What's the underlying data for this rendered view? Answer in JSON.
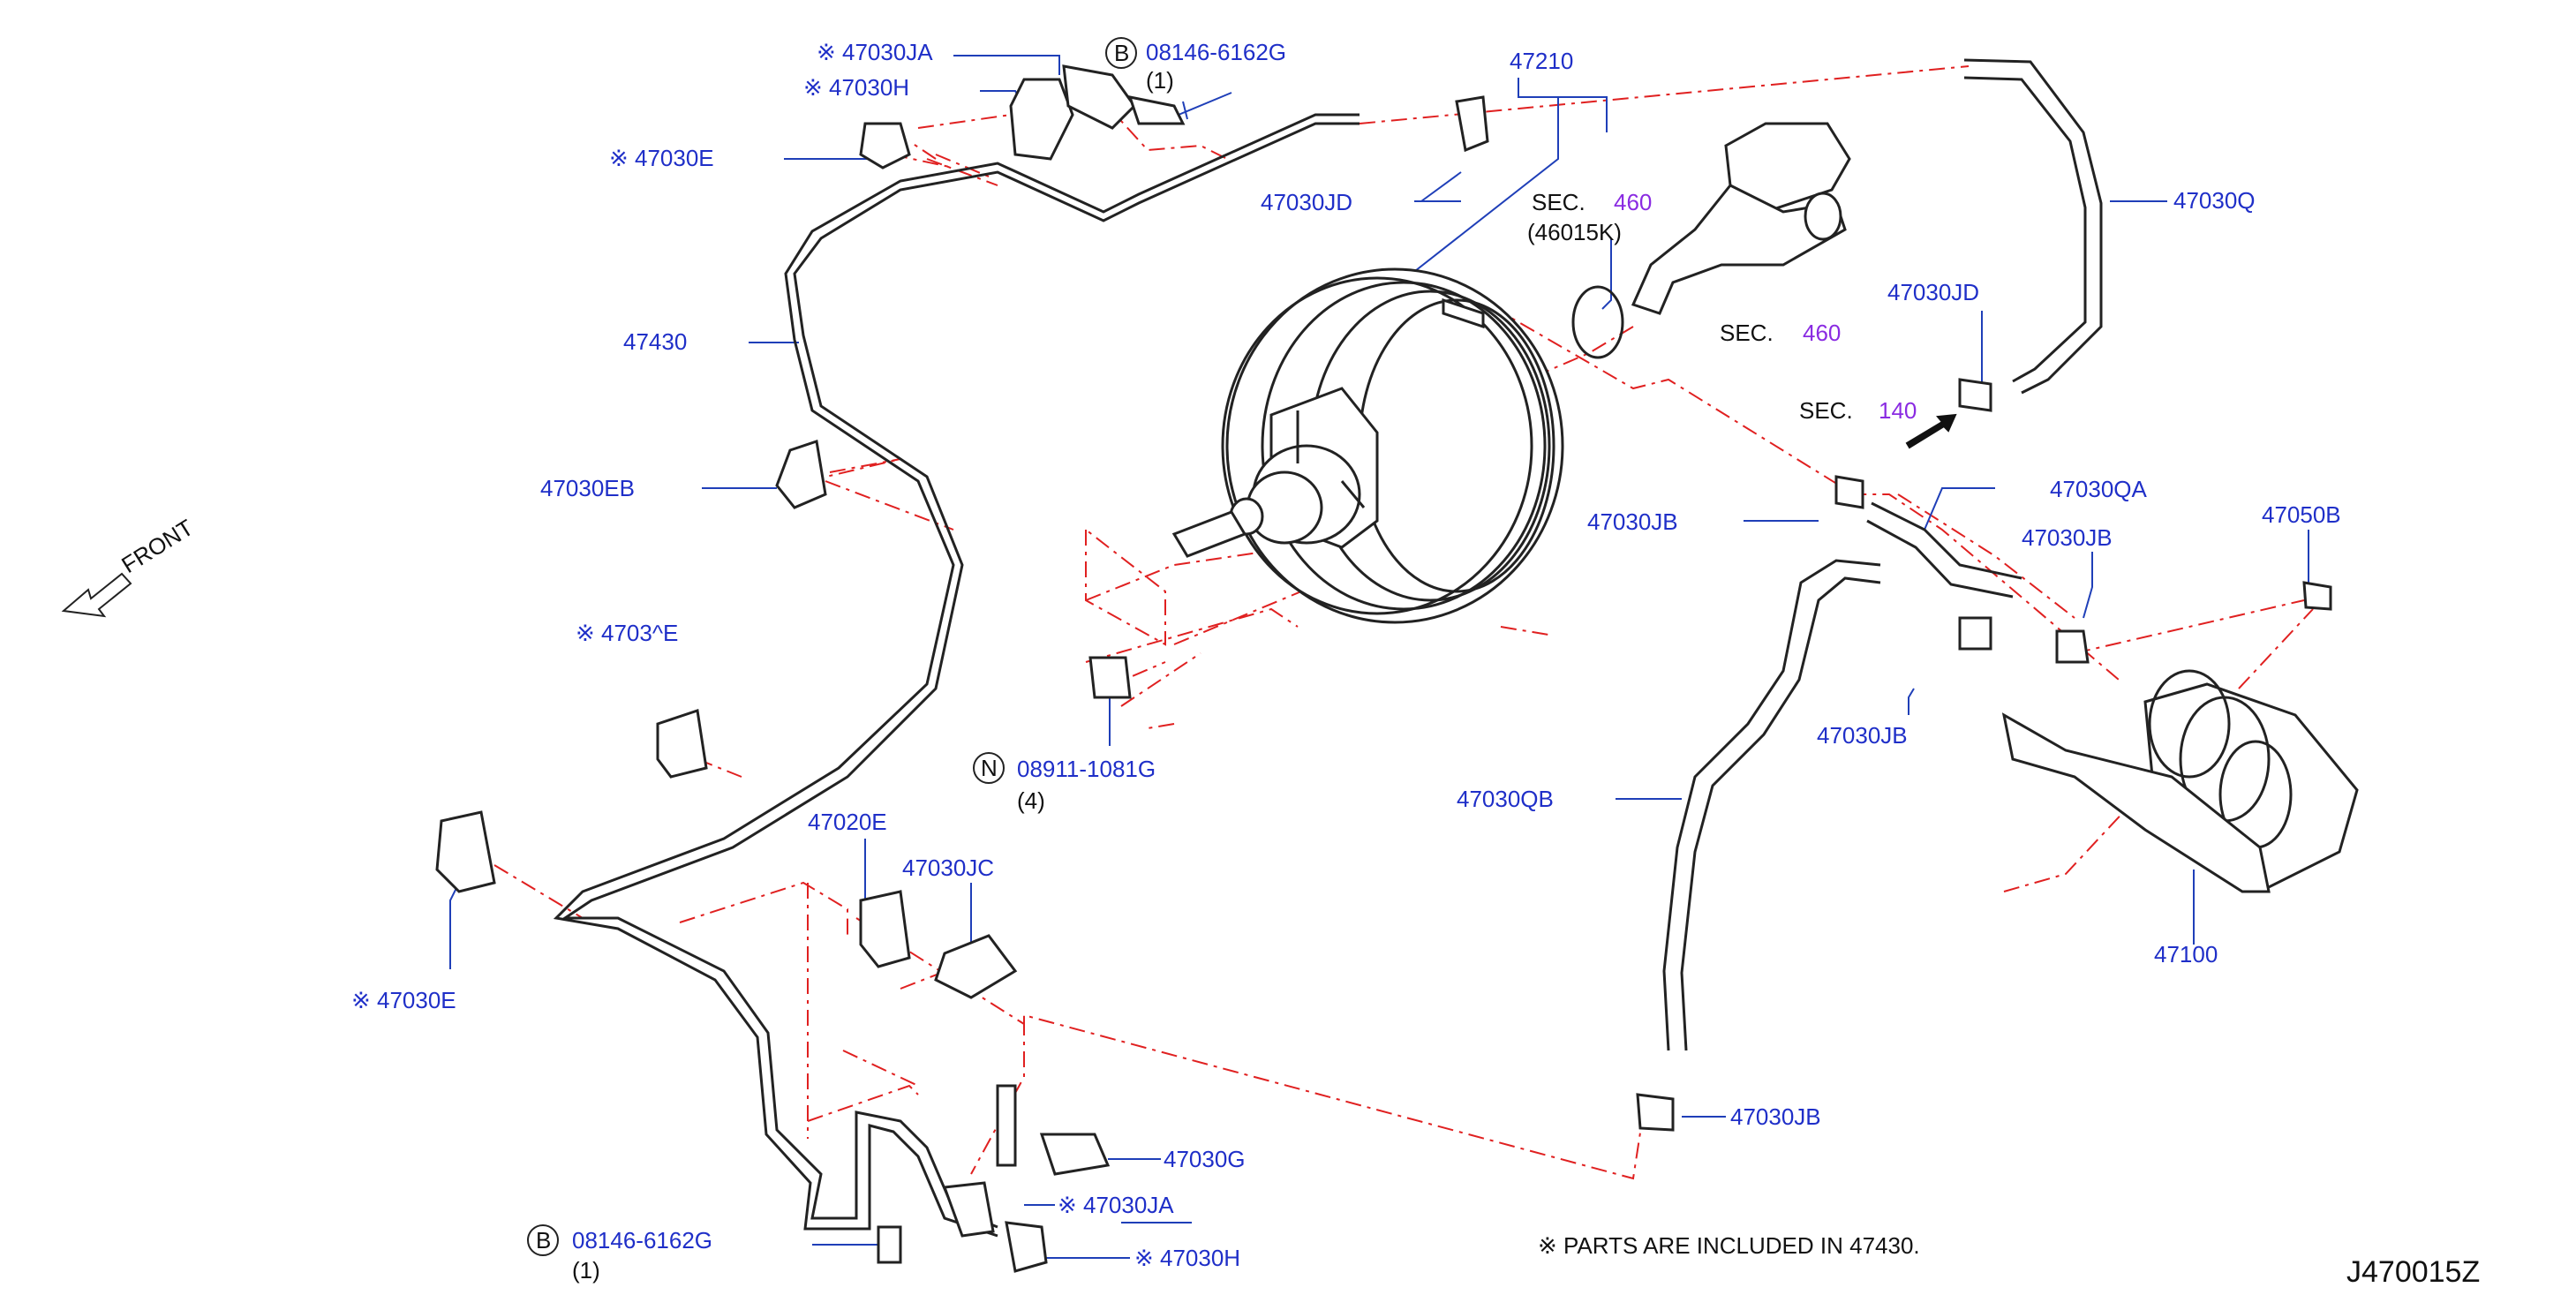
{
  "labels": {
    "p47030JA_top": "※ 47030JA",
    "p47030H_top": "※ 47030H",
    "p47030E_top": "※ 47030E",
    "p08146_top": "08146-6162G",
    "p08146_top_qty": "(1)",
    "p47210": "47210",
    "p47030JD_left": "47030JD",
    "sec460_a_text": "SEC.",
    "sec460_a_num": "460",
    "p46015K": "(46015K)",
    "sec460_b_text": "SEC.",
    "sec460_b_num": "460",
    "p47430": "47430",
    "p47030EB": "47030EB",
    "p4703E": "※ 4703^E",
    "front": "FRONT",
    "p47030Q": "47030Q",
    "p47030JD_right": "47030JD",
    "sec140_text": "SEC.",
    "sec140_num": "140",
    "p47030JB_a": "47030JB",
    "p47030QA": "47030QA",
    "p47030JB_b": "47030JB",
    "p47050B": "47050B",
    "p47030JB_c": "47030JB",
    "p08911": "08911-1081G",
    "p08911_qty": "(4)",
    "p47030QB": "47030QB",
    "p47020E": "47020E",
    "p47030JC": "47030JC",
    "p47030E_bottom": "※ 47030E",
    "p47100": "47100",
    "p47030G": "47030G",
    "p47030JA_bottom": "※ 47030JA",
    "p47030JB_d": "47030JB",
    "p08146_bottom": "08146-6162G",
    "p08146_bottom_qty": "(1)",
    "p47030H_bottom": "※ 47030H",
    "note": "※ PARTS  ARE  INCLUDED  IN  47430.",
    "diagram_id": "J470015Z",
    "badge_b": "B",
    "badge_n": "N"
  },
  "colors": {
    "label": "#1f2fc8",
    "section": "#8a2be2",
    "dash": "#e02020",
    "outline": "#222222"
  }
}
